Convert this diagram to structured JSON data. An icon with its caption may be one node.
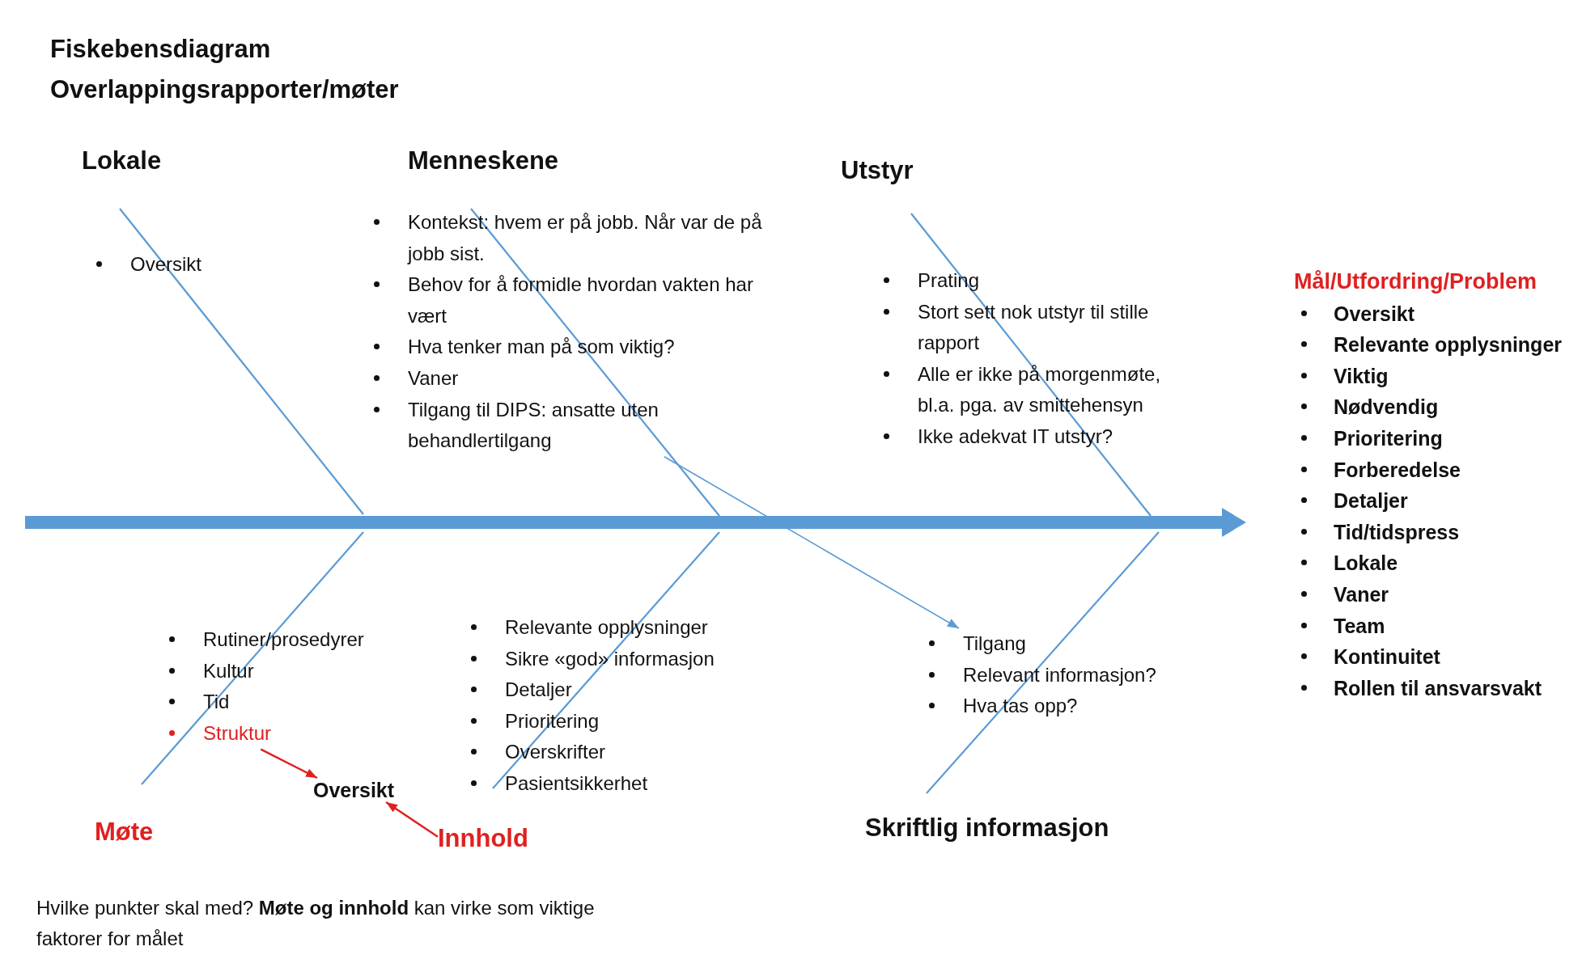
{
  "diagram": {
    "title": "Fiskebensdiagram Overlappingsrapporter/møter",
    "nodes": [
      {
        "text": [
          "Lokale"
        ]
      },
      {
        "text": [
          "Oversikt"
        ]
      },
      {
        "text": [
          "Menneskene"
        ]
      },
      {
        "text": [
          "Kontekst: hvem er på jobb. Når var de på jobb sist.",
          "Behov for å formidle hvordan vakten har vært",
          "Hva tenker man på som viktig?",
          "Vaner",
          "Tilgang til DIPS: ansatte uten behandlertilgang"
        ]
      },
      {
        "text": [
          "Utstyr"
        ]
      },
      {
        "text": [
          "Prating",
          "Stort sett nok utstyr til stille rapport",
          "Alle er ikke på morgenmøte, bl.a. pga. av smittehensyn",
          "Ikke adekvat IT utstyr?"
        ]
      },
      {
        "text": [
          "Mål/Utfordring/Problem",
          "Oversikt",
          "Relevante opplysninger",
          "Viktig",
          "Nødvendig",
          "Prioritering",
          "Forberedelse",
          "Detaljer",
          "Tid/tidspress",
          "Lokale",
          "Vaner",
          "Team",
          "Kontinuitet",
          "Rollen til ansvarsvakt"
        ]
      },
      {
        "text": [
          "Rutiner/prosedyrer",
          "Kultur",
          "Tid"
        ]
      },
      {
        "text": [
          "Struktur"
        ]
      },
      {
        "text": [
          "Oversikt"
        ]
      },
      {
        "text": [
          "Møte"
        ]
      },
      {
        "text": [
          "Relevante opplysninger",
          "Sikre «god» informasjon",
          "Detaljer",
          "Prioritering",
          "Overskrifter",
          "Pasientsikkerhet"
        ]
      },
      {
        "text": [
          "Innhold"
        ]
      },
      {
        "text": [
          "Tilgang",
          "Relevant informasjon?",
          "Hva tas opp?"
        ]
      },
      {
        "text": [
          "Skriftlig informasjon"
        ]
      }
    ],
    "edges": [
      {
        "from": 3,
        "to": 13,
        "arrow": "to",
        "color": "#5b9bd5"
      },
      {
        "from": 8,
        "to": 9,
        "arrow": "to",
        "color": "#e02020"
      },
      {
        "from": 12,
        "to": 9,
        "arrow": "to",
        "color": "#e02020"
      },
      {
        "from": null,
        "to": 6,
        "arrow": "to",
        "style": "thick",
        "color": "#5b9bd5"
      }
    ],
    "labels": [
      "Hvilke punkter skal med? **Møte og innhold** kan virke som viktige faktorer for målet"
    ]
  }
}
